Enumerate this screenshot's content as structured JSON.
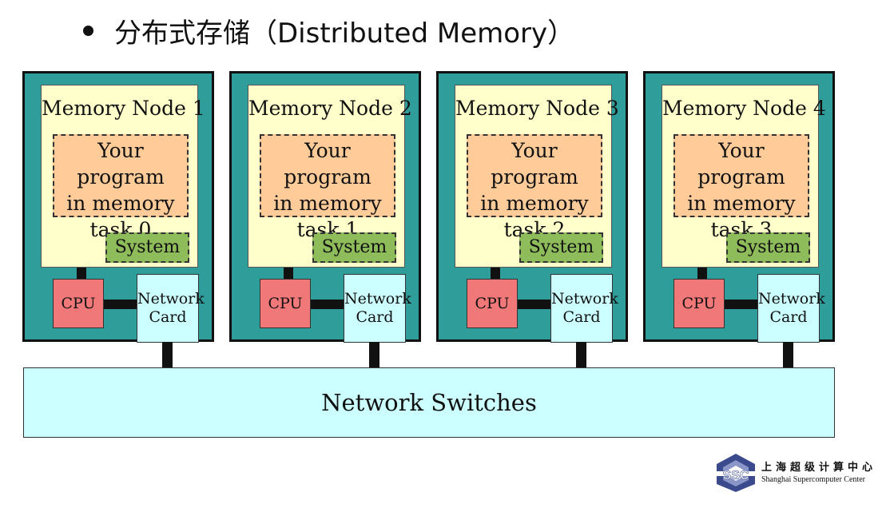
{
  "title": "分布式存储（Distributed Memory）",
  "nodes": [
    {
      "label": "Memory Node 1",
      "program_lines": [
        "Your program",
        "in memory",
        "task 0"
      ],
      "system": "System",
      "cpu": "CPU",
      "network_card_lines": [
        "Network",
        "Card"
      ]
    },
    {
      "label": "Memory Node 2",
      "program_lines": [
        "Your program",
        "in memory",
        "task 1"
      ],
      "system": "System",
      "cpu": "CPU",
      "network_card_lines": [
        "Network",
        "Card"
      ]
    },
    {
      "label": "Memory Node 3",
      "program_lines": [
        "Your program",
        "in memory",
        "task 2"
      ],
      "system": "System",
      "cpu": "CPU",
      "network_card_lines": [
        "Network",
        "Card"
      ]
    },
    {
      "label": "Memory Node 4",
      "program_lines": [
        "Your program",
        "in memory",
        "task 3"
      ],
      "system": "System",
      "cpu": "CPU",
      "network_card_lines": [
        "Network",
        "Card"
      ]
    }
  ],
  "network_switches": "Network Switches",
  "logo": {
    "name_cn": "上海超级计算中心",
    "name_en": "Shanghai Supercomputer Center",
    "mark": "SSC"
  },
  "colors": {
    "node_bg": "#2f9e9b",
    "memory_bg": "#ffffcc",
    "program_bg": "#ffcc99",
    "system_bg": "#8fbc5a",
    "cpu_bg": "#f07878",
    "network_bg": "#ccffff"
  }
}
